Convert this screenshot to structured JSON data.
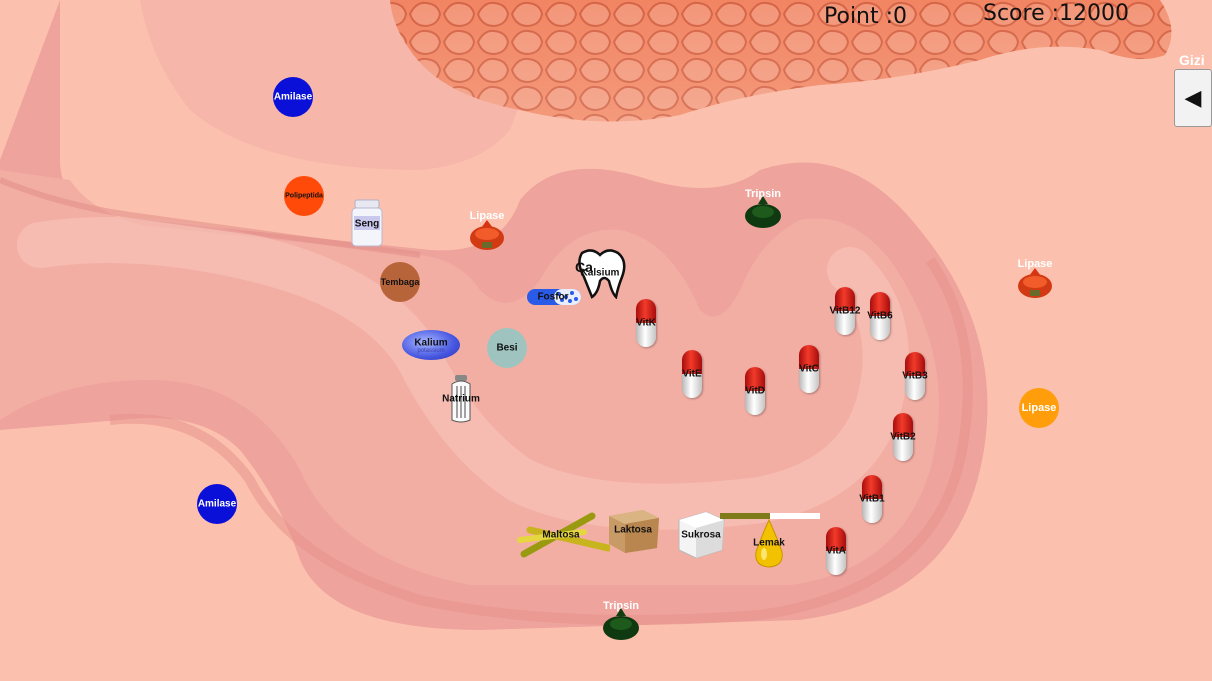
{
  "hud": {
    "point": "Point :0",
    "score": "Score :12000"
  },
  "sidebar": {
    "gizi_label": "Gizi",
    "toggle_glyph": "◀"
  },
  "enzymes": {
    "amilase_1": "Amilase",
    "amilase_2": "Amilase",
    "polipeptida": "Polipeptida",
    "lipase_orange": "Lipase",
    "lipase_1": "Lipase",
    "lipase_2": "Lipase",
    "tripsin_1": "Tripsin",
    "tripsin_2": "Tripsin"
  },
  "minerals": {
    "seng": "Seng",
    "tembaga": "Tembaga",
    "kalium": "Kalium",
    "kalium_sub": "potassium",
    "besi": "Besi",
    "natrium": "Natrium",
    "fosfor": "Fosfor",
    "kalsium": "Kalsium",
    "kalsium_symbol": "Ca"
  },
  "vitamins": {
    "vitk": "VitK",
    "vite": "VitE",
    "vitd": "VitD",
    "vitc": "VitC",
    "vitb12": "VitB12",
    "vitb6": "VitB6",
    "vitb3": "VitB3",
    "vitb2": "VitB2",
    "vitb1": "VitB1",
    "vita": "VitA"
  },
  "nutrients": {
    "maltosa": "Maltosa",
    "laktosa": "Laktosa",
    "sukrosa": "Sukrosa",
    "lemak": "Lemak"
  },
  "lemak_progress": 0.5,
  "colors": {
    "background": "#fcc1ae",
    "intestine": "#eea39c",
    "intestine_light": "#f6b2a8",
    "amilase": "#0a10d8",
    "polipeptida": "#ff4a0a",
    "lipase_orange": "#ff9d0a",
    "tembaga": "#b8643a",
    "besi": "#9fc4c0",
    "tripsin": "#0e3a10"
  }
}
